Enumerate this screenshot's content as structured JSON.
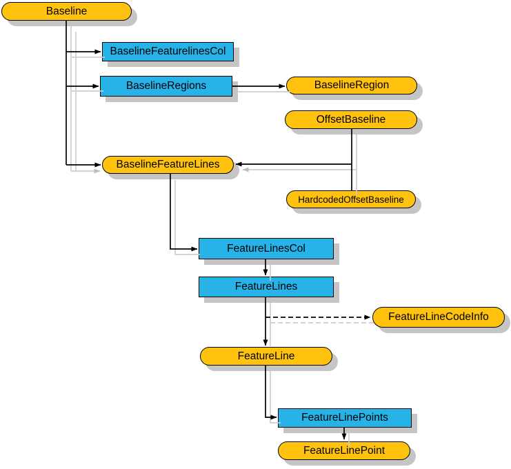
{
  "diagram": {
    "type": "object-model-hierarchy",
    "nodes": {
      "baseline": {
        "label": "Baseline",
        "kind": "class"
      },
      "baselineFeaturelinesCol": {
        "label": "BaselineFeaturelinesCol",
        "kind": "collection"
      },
      "baselineRegions": {
        "label": "BaselineRegions",
        "kind": "collection"
      },
      "baselineRegion": {
        "label": "BaselineRegion",
        "kind": "class"
      },
      "offsetBaseline": {
        "label": "OffsetBaseline",
        "kind": "class"
      },
      "baselineFeatureLines": {
        "label": "BaselineFeatureLines",
        "kind": "class"
      },
      "hardcodedOffsetBaseline": {
        "label": "HardcodedOffsetBaseline",
        "kind": "class"
      },
      "featureLinesCol": {
        "label": "FeatureLinesCol",
        "kind": "collection"
      },
      "featureLines": {
        "label": "FeatureLines",
        "kind": "collection"
      },
      "featureLineCodeInfo": {
        "label": "FeatureLineCodeInfo",
        "kind": "class"
      },
      "featureLine": {
        "label": "FeatureLine",
        "kind": "class"
      },
      "featureLinePoints": {
        "label": "FeatureLinePoints",
        "kind": "collection"
      },
      "featureLinePoint": {
        "label": "FeatureLinePoint",
        "kind": "class"
      }
    },
    "edges": [
      {
        "from": "Baseline",
        "to": "BaselineFeaturelinesCol",
        "style": "solid"
      },
      {
        "from": "Baseline",
        "to": "BaselineRegions",
        "style": "solid"
      },
      {
        "from": "Baseline",
        "to": "BaselineFeatureLines",
        "style": "solid"
      },
      {
        "from": "BaselineRegions",
        "to": "BaselineRegion",
        "style": "solid"
      },
      {
        "from": "OffsetBaseline",
        "to": "BaselineFeatureLines",
        "style": "solid"
      },
      {
        "from": "HardcodedOffsetBaseline",
        "to": "BaselineFeatureLines",
        "style": "solid"
      },
      {
        "from": "BaselineFeatureLines",
        "to": "FeatureLinesCol",
        "style": "solid"
      },
      {
        "from": "FeatureLinesCol",
        "to": "FeatureLines",
        "style": "solid"
      },
      {
        "from": "FeatureLines",
        "to": "FeatureLineCodeInfo",
        "style": "dashed"
      },
      {
        "from": "FeatureLines",
        "to": "FeatureLine",
        "style": "solid"
      },
      {
        "from": "FeatureLine",
        "to": "FeatureLinePoints",
        "style": "solid"
      },
      {
        "from": "FeatureLinePoints",
        "to": "FeatureLinePoint",
        "style": "solid"
      }
    ],
    "colors": {
      "class_fill": "#FFC20E",
      "collection_fill": "#27B2E8",
      "node_border": "#000000",
      "connector": "#000000",
      "shadow": "#C5C5C5",
      "line_shadow": "#CDCDCD",
      "background": "#FFFFFF"
    }
  }
}
